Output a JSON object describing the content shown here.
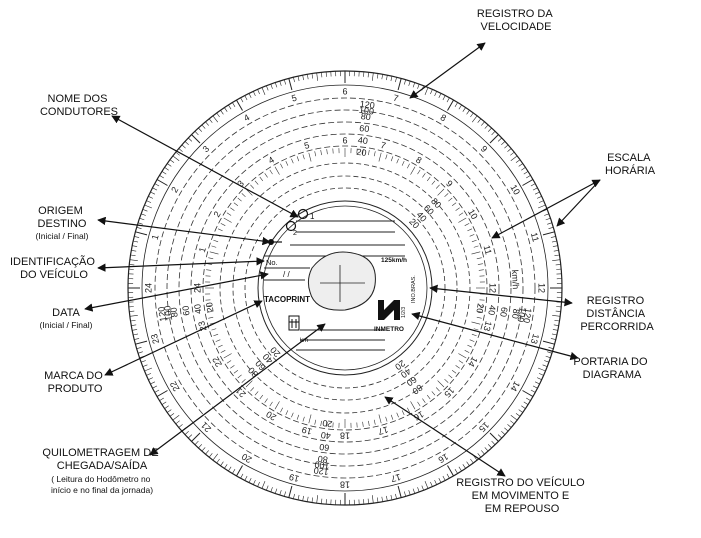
{
  "callouts": {
    "registro_velocidade": [
      "REGISTRO DA",
      "VELOCIDADE"
    ],
    "nome_condutores": [
      "NOME DOS",
      "CONDUTORES"
    ],
    "escala_horaria": [
      "ESCALA",
      "HORÁRIA"
    ],
    "origem_destino": [
      "ORIGEM",
      "DESTINO"
    ],
    "origem_destino_sub": "(Inicial / Final)",
    "identificacao": [
      "IDENTIFICAÇÃO",
      "DO VEÍCULO"
    ],
    "data": "DATA",
    "data_sub": "(Inicial / Final)",
    "registro_distancia": [
      "REGISTRO",
      "DISTÂNCIA",
      "PERCORRIDA"
    ],
    "marca_produto": [
      "MARCA DO",
      "PRODUTO"
    ],
    "portaria": [
      "PORTARIA DO",
      "DIAGRAMA"
    ],
    "quilometragem": [
      "QUILOMETRAGEM DE",
      "CHEGADA/SAÍDA"
    ],
    "quilometragem_sub": [
      "( Leitura do Hodômetro no",
      "início e no final da jornada)"
    ],
    "registro_veiculo": [
      "REGISTRO DO VEÍCULO",
      "EM MOVIMENTO E",
      "EM REPOUSO"
    ]
  },
  "disc": {
    "hour_labels": [
      "1",
      "2",
      "3",
      "4",
      "5",
      "6",
      "7",
      "8",
      "9",
      "10",
      "11",
      "12",
      "13",
      "14",
      "15",
      "16",
      "17",
      "18",
      "19",
      "20",
      "21",
      "22",
      "23",
      "24"
    ],
    "speed_labels_outer": [
      "20",
      "40",
      "60",
      "80",
      "100",
      "120"
    ],
    "speed_labels_inner": [
      "20",
      "40",
      "60",
      "80"
    ],
    "speed_unit": "km/h"
  },
  "center": {
    "conductor_1": "1",
    "conductor_2": "2",
    "no_label": "No.",
    "date_slashes": "/ /",
    "max_speed": "125km/h",
    "brand": "TACOPRINT",
    "km_label": "km",
    "inmetro": "INMETRO",
    "portaria_code": "INO.BRAS.",
    "portaria_small": "1/2/3"
  },
  "colors": {
    "ink": "#1a1a1a",
    "rings": "#2a2a2a",
    "shade": "#dddddd"
  }
}
